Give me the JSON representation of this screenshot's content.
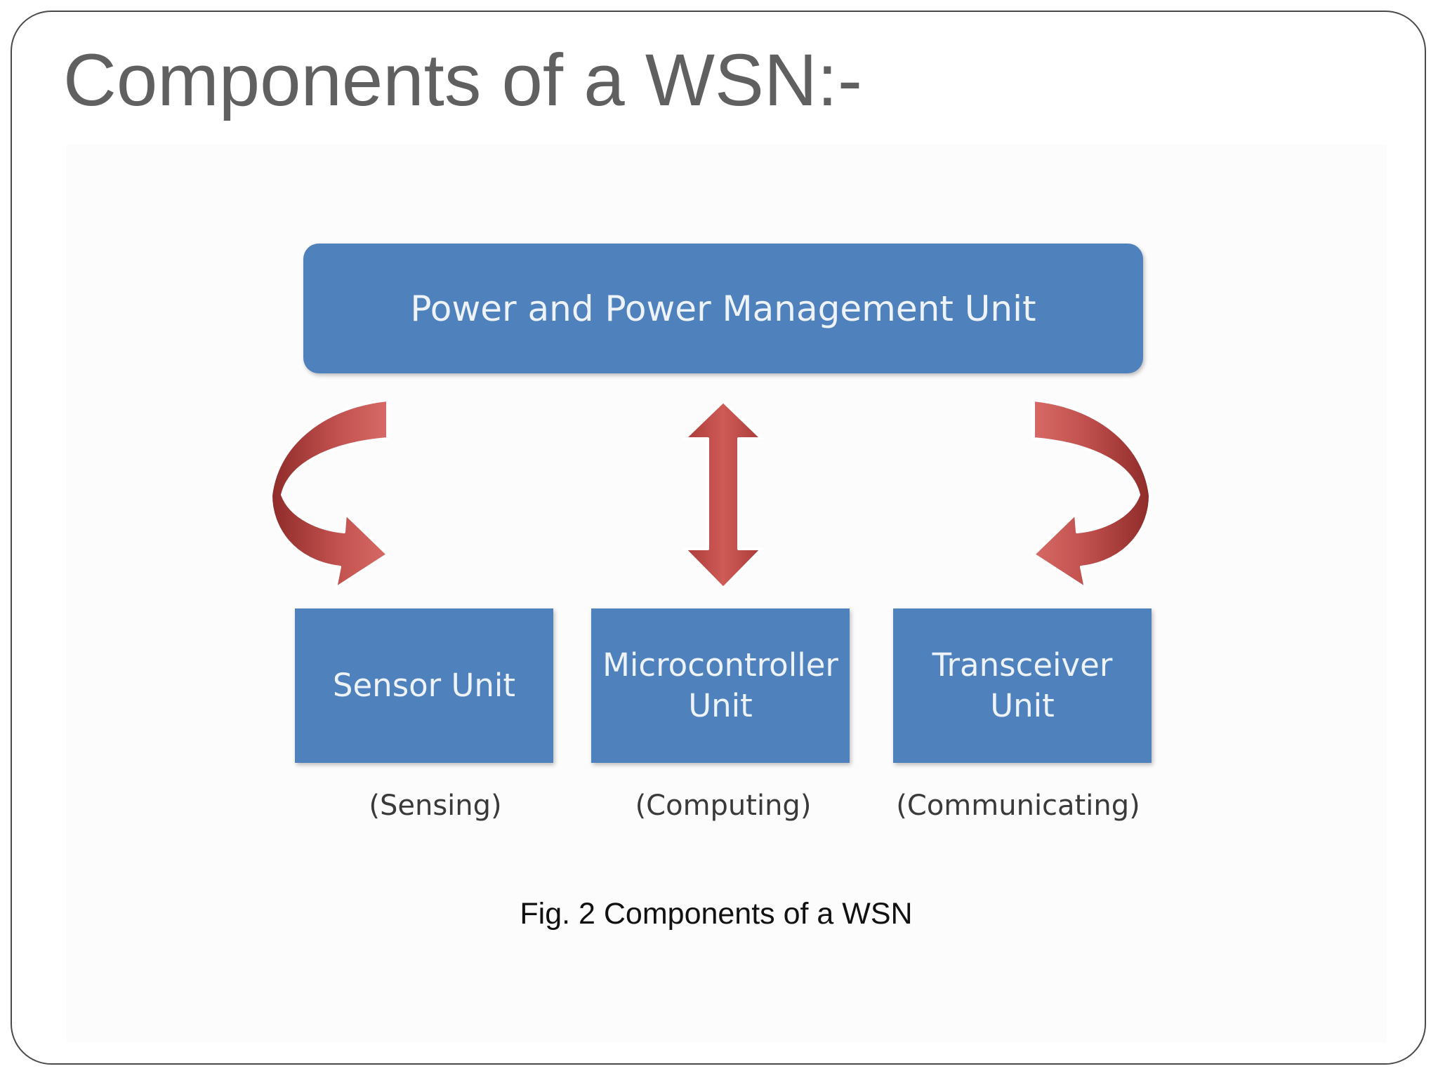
{
  "slide": {
    "title": "Components of a WSN:-"
  },
  "diagram": {
    "top_box": "Power and Power Management Unit",
    "units": [
      {
        "label": "Sensor Unit",
        "role": "(Sensing)"
      },
      {
        "label": "Microcontroller Unit",
        "role": "(Computing)"
      },
      {
        "label": "Transceiver Unit",
        "role": "(Communicating)"
      }
    ],
    "caption": "Fig. 2 Components of a WSN"
  },
  "colors": {
    "box_fill": "#4f81bd",
    "arrow_fill": "#c0504d",
    "title_text": "#606060"
  }
}
